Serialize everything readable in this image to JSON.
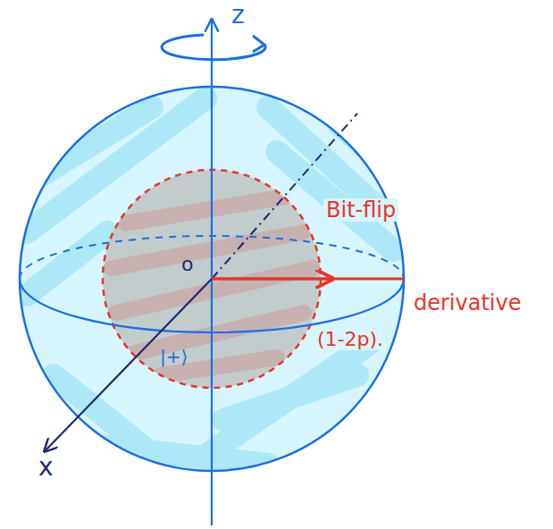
{
  "diagram": {
    "labels": [
      "z",
      "o",
      "Bit-flip",
      "derivative",
      "(1-2p).",
      "|+⟩",
      "x"
    ]
  }
}
